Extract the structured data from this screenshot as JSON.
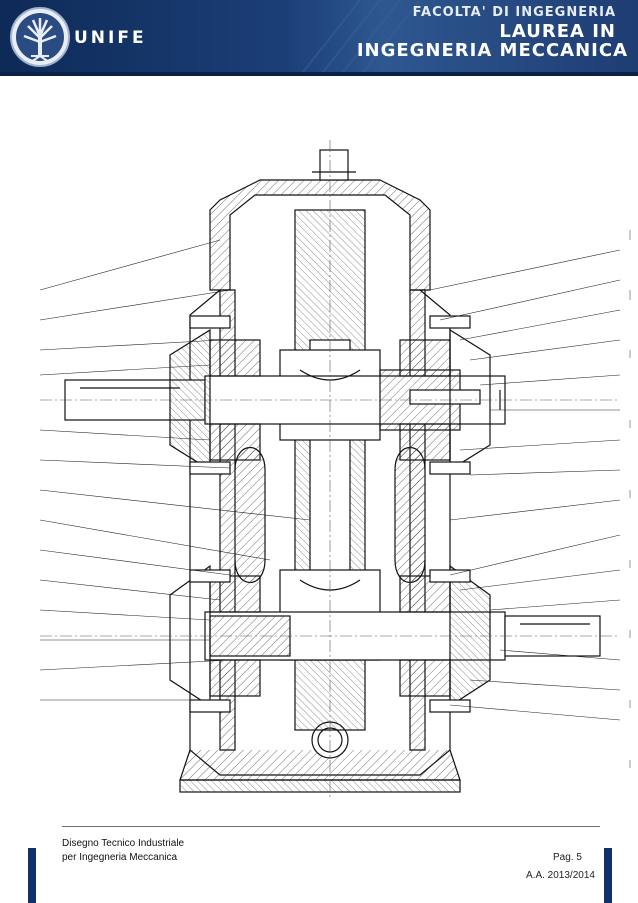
{
  "header": {
    "logo_text": "UNIFE",
    "faculty": "FACOLTA' DI INGEGNERIA",
    "degree_line1": "LAUREA IN",
    "degree_line2": "INGEGNERIA MECCANICA",
    "colors": {
      "background": "#1c3f78",
      "text": "#ffffff"
    }
  },
  "drawing": {
    "icon": "gear-reducer-section-drawing"
  },
  "footer": {
    "course_line1": "Disegno Tecnico Industriale",
    "course_line2": "per Ingegneria Meccanica",
    "page": "Pag. 5",
    "academic_year": "A.A. 2013/2014",
    "accent_color": "#12306a"
  }
}
